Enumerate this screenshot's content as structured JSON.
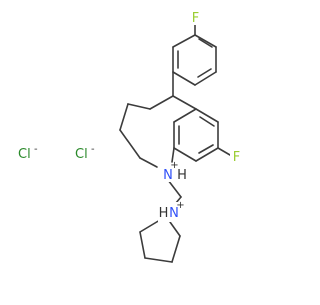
{
  "colors": {
    "background": "#ffffff",
    "bond": "#3c3c3c",
    "fluorine": "#9acd32",
    "nitrogen": "#3050f8",
    "chloride": "#2b8a2b",
    "hydrogen": "#333333"
  },
  "counter_ions": [
    {
      "element": "Cl",
      "charge": "-"
    },
    {
      "element": "Cl",
      "charge": "-"
    }
  ],
  "atoms": {
    "fluorine_top": {
      "element": "F"
    },
    "fluorine_right": {
      "element": "F"
    },
    "azepine_n": {
      "element": "N",
      "hydrogen": "H",
      "charge": "+"
    },
    "pyrrolidine_n": {
      "element": "N",
      "hydrogen": "H",
      "charge": "+"
    }
  }
}
